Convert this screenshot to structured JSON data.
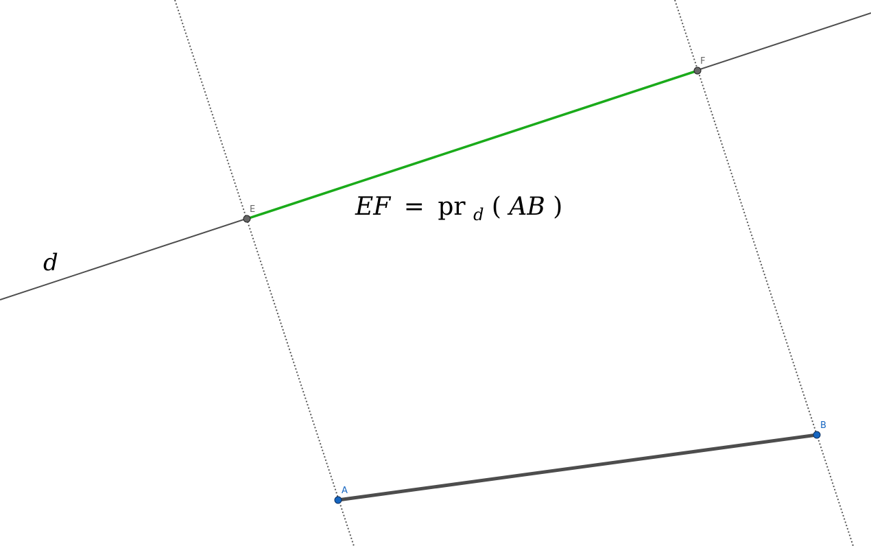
{
  "figure": {
    "line_label": "d",
    "formula": {
      "lhs": "EF",
      "equals": "=",
      "operator": "pr",
      "subscript": "d",
      "open_paren": "(",
      "argument": "AB",
      "close_paren": ")"
    },
    "points": {
      "A": "A",
      "B": "B",
      "E": "E",
      "F": "F"
    }
  },
  "colors": {
    "line_d": "#4d4d4d",
    "segment_AB": "#4d4d4d",
    "segment_EF": "#1aab1a",
    "projection_lines": "#555555",
    "free_point_fill": "#1565c0",
    "free_point_label": "#1565c0",
    "dependent_point_fill": "#666666",
    "dependent_point_label": "#666666",
    "formula_text": "#000000"
  }
}
